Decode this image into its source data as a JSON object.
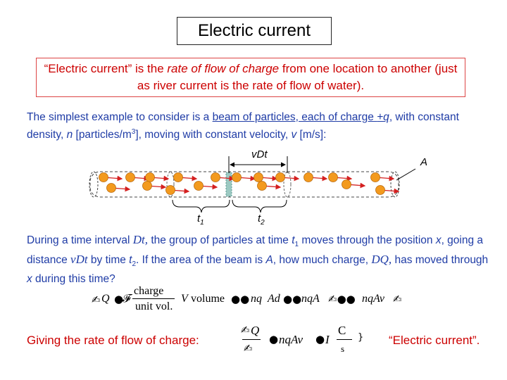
{
  "title": "Electric current",
  "definition": {
    "part1": "“Electric current” is the ",
    "emph": "rate of flow of charge",
    "part2": " from one location to another (just as river current is the rate of flow of water)."
  },
  "para1": {
    "t1": "The simplest example to consider is a ",
    "link": "beam of particles, each of charge ",
    "q": "+q",
    "t2": ", with constant density, ",
    "n": "n",
    "t3": " [particles/m",
    "sup": "3",
    "t4": "], moving with constant velocity, ",
    "v": "v",
    "t5": " [m/s]:"
  },
  "diagram": {
    "vdt": "vDt",
    "area": "A",
    "t1_base": "t",
    "t1_sub": "1",
    "t2_base": "t",
    "t2_sub": "2"
  },
  "para2": {
    "a": "During a time interval ",
    "dt": "Dt,",
    "b": " the group of particles at time ",
    "t1": "t",
    "t1sub": "1",
    "c": " moves through the position ",
    "x": "x",
    "d": ", going a distance ",
    "vdt": "vDt",
    "e": "  by time ",
    "t2": "t",
    "t2sub": "2",
    "f": ".  If the area of the beam is ",
    "A": "A",
    "g": ", how much charge, ",
    "dq": "DQ,",
    "h": " has moved through ",
    "x2": "x",
    "i": " during this time?"
  },
  "equation": {
    "lhs": "Q",
    "charge": "charge",
    "unit_vol": "unit vol.",
    "V": "V",
    "volume": "volume",
    "term1": "nq",
    "Ad": "Ad",
    "term2": "nqA",
    "term3": "nqAv"
  },
  "bottom": {
    "lead": "Giving the rate of flow of charge:",
    "Q": "Q",
    "nqAv": "nqAv",
    "I": "I",
    "C": "C",
    "s": "s",
    "label": "“Electric current”."
  },
  "colors": {
    "text_blue": "#1f3ca6",
    "red": "#cc0000",
    "particle": "#f39a1e",
    "arrow": "#d42020",
    "slab": "#7fb8b0"
  }
}
